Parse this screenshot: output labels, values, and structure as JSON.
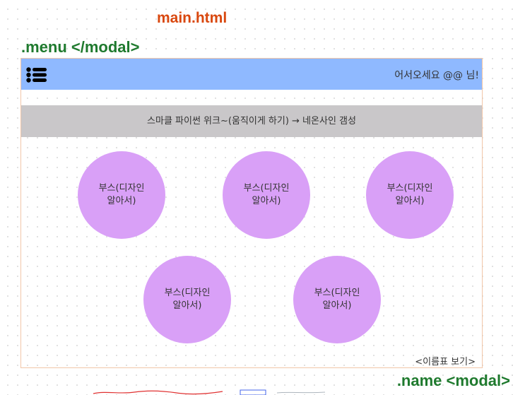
{
  "titles": {
    "page": "main.html",
    "menu_modal": ".menu </modal>",
    "name_modal": ".name <modal>"
  },
  "header": {
    "menu_icon": "list-icon",
    "welcome": "어서오세요 @@ 님!"
  },
  "banner": {
    "text": "스마클 파이썬 위크~(움직이게 하기) → 네온사인 갬성"
  },
  "booths": [
    {
      "line1": "부스(디자인",
      "line2": "알아서)"
    },
    {
      "line1": "부스(디자인",
      "line2": "알아서)"
    },
    {
      "line1": "부스(디자인",
      "line2": "알아서)"
    },
    {
      "line1": "부스(디자인",
      "line2": "알아서)"
    },
    {
      "line1": "부스(디자인",
      "line2": "알아서)"
    }
  ],
  "footer": {
    "name_tag_link": "<이름표 보기>"
  },
  "colors": {
    "header_bg": "#8fb9ff",
    "banner_bg": "#c9c7c9",
    "booth_fill": "#d9a0f7",
    "title_color": "#d9480f",
    "label_color": "#1f7a2e"
  }
}
